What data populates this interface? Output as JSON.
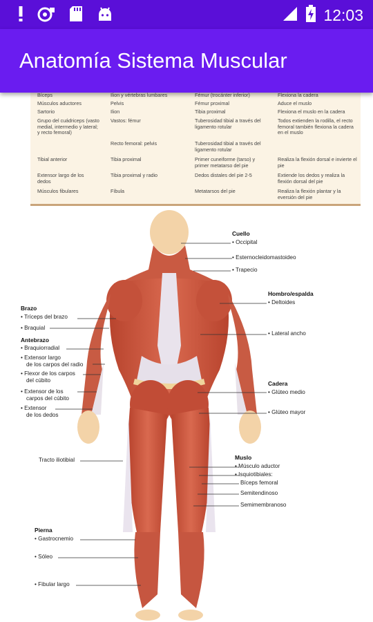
{
  "status_bar": {
    "time": "12:03",
    "icons": [
      "notification-alert-icon",
      "sync-icon",
      "sd-card-icon",
      "android-icon",
      "signal-icon",
      "battery-charging-icon"
    ]
  },
  "app_bar": {
    "title": "Anatomía Sistema Muscular"
  },
  "muscle_table": {
    "rows": [
      [
        "Bíceps",
        "Ilion y vértebras lumbares",
        "Fémur (trocánter inferior)",
        "Flexiona la cadera"
      ],
      [
        "Músculos aductores",
        "Pelvis",
        "Fémur proximal",
        "Aduce el muslo"
      ],
      [
        "Sartorio",
        "Ilion",
        "Tibia proximal",
        "Flexiona el muslo en la cadera"
      ],
      [
        "Grupo del cuádriceps (vasto medial, intermedio y lateral; y recto femoral)",
        "Vastos: fémur",
        "Tuberosidad tibial a través del ligamento rotular",
        "Todos extienden la rodilla, el recto femoral también flexiona la cadera en el muslo"
      ],
      [
        "",
        "Recto femoral: pelvis",
        "Tuberosidad tibial a través del ligamento rotular",
        ""
      ],
      [
        "Tibial anterior",
        "Tibia proximal",
        "Primer cuneiforme (tarso) y primer metatarso del pie",
        "Realiza la flexión dorsal e invierte el pie"
      ],
      [
        "Extensor largo de los dedos",
        "Tibia proximal y radio",
        "Dedos distales del pie 2-5",
        "Extiende los dedos y realiza la flexión dorsal del pie"
      ],
      [
        "Músculos fibulares",
        "Fíbula",
        "Metatarsos del pie",
        "Realiza la flexión plantar y la eversión del pie"
      ]
    ]
  },
  "figure": {
    "left_groups": {
      "brazo": {
        "header": "Brazo",
        "items": [
          "• Tríceps del brazo",
          "• Braquial"
        ]
      },
      "antebrazo": {
        "header": "Antebrazo",
        "items": [
          "• Braquiorradial",
          "• Extensor largo",
          "de los carpos del radio",
          "• Flexor de los carpos",
          "del cúbito",
          "• Extensor de los",
          "carpos del cúbito",
          "• Extensor",
          "de los dedos"
        ]
      },
      "tracto": {
        "label": "Tracto iliotibial"
      },
      "pierna": {
        "header": "Pierna",
        "items": [
          "• Gastrocnemio",
          "• Sóleo",
          "• Fibular largo"
        ]
      }
    },
    "right_groups": {
      "cuello": {
        "header": "Cuello",
        "items": [
          "• Occipital",
          "• Esternocleidomastoideo",
          "• Trapecio"
        ]
      },
      "hombro": {
        "header": "Hombro/espalda",
        "items": [
          "• Deltoides",
          "• Lateral ancho"
        ]
      },
      "cadera": {
        "header": "Cadera",
        "items": [
          "• Glúteo medio",
          "• Glúteo mayor"
        ]
      },
      "muslo": {
        "header": "Muslo",
        "items": [
          "• Músculo aductor",
          "• Isquiotibiales:",
          "Bíceps femoral",
          "Semitendinoso",
          "Semimembranoso"
        ]
      }
    }
  }
}
